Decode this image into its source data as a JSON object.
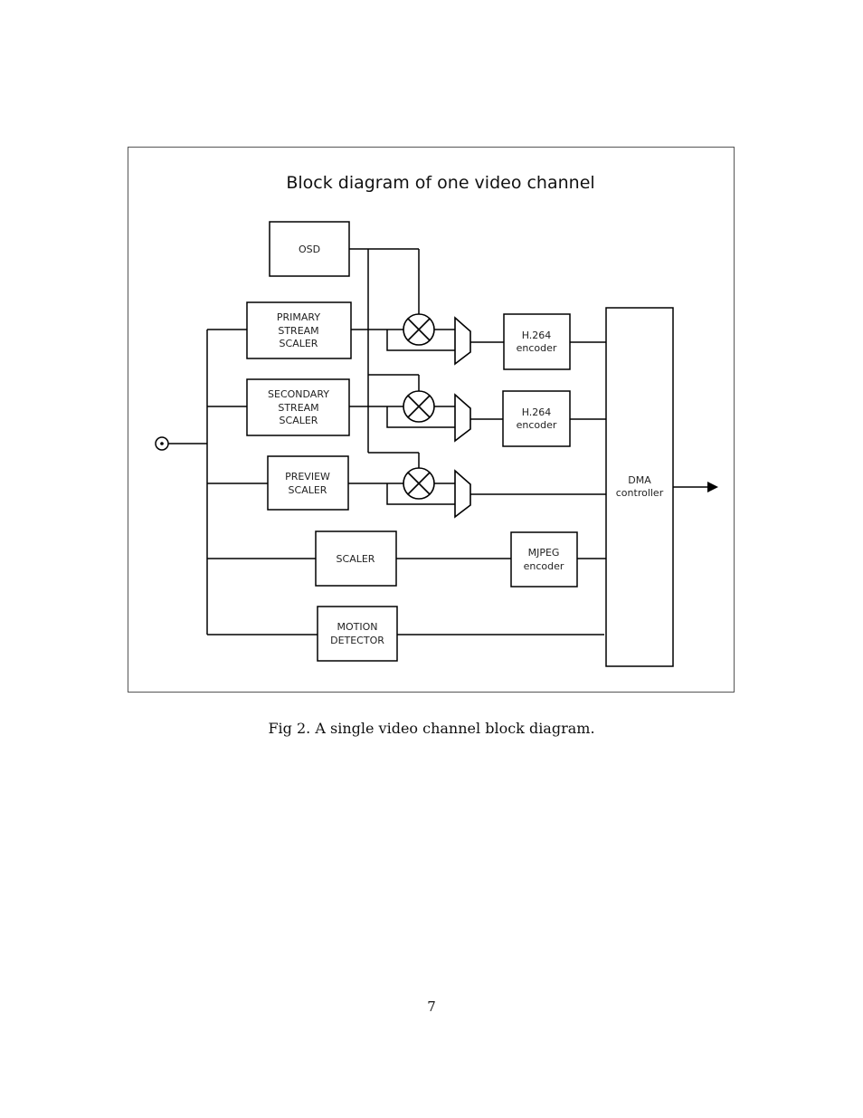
{
  "diagram": {
    "title": "Block diagram of one video channel",
    "blocks": {
      "osd": [
        "OSD"
      ],
      "primary": [
        "PRIMARY",
        "STREAM",
        "SCALER"
      ],
      "secondary": [
        "SECONDARY",
        "STREAM",
        "SCALER"
      ],
      "preview": [
        "PREVIEW",
        "SCALER"
      ],
      "scaler": [
        "SCALER"
      ],
      "motion": [
        "MOTION",
        "DETECTOR"
      ],
      "h264_1": [
        "H.264",
        "encoder"
      ],
      "h264_2": [
        "H.264",
        "encoder"
      ],
      "mjpeg": [
        "MJPEG",
        "encoder"
      ],
      "dma": [
        "DMA",
        "controller"
      ]
    }
  },
  "caption": "Fig 2. A single video channel block diagram.",
  "page_number": "7"
}
